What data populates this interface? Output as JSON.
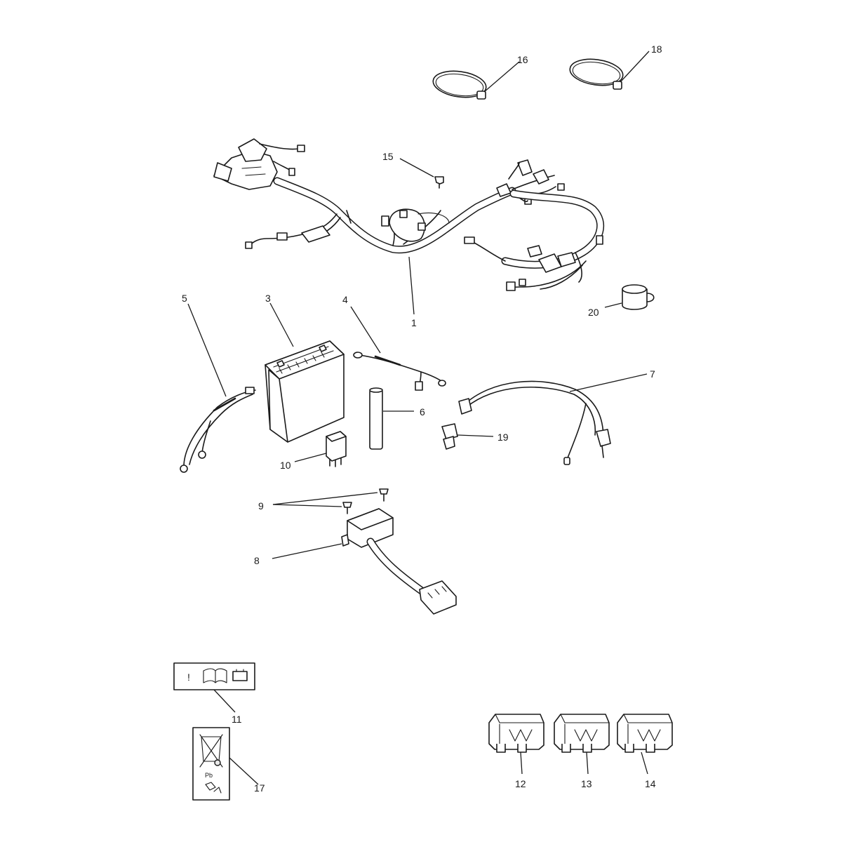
{
  "diagram": {
    "callouts": {
      "c1": "1",
      "c2": "",
      "c3": "3",
      "c4": "4",
      "c5": "5",
      "c6": "6",
      "c7": "7",
      "c8": "8",
      "c9": "9",
      "c10": "10",
      "c11": "11",
      "c12": "12",
      "c13": "13",
      "c14": "14",
      "c15": "15",
      "c16": "16",
      "c17": "17",
      "c18": "18",
      "c19": "19",
      "c20": "20"
    },
    "label_sticker_text": "!",
    "recycle_sticker_text": "Pb"
  }
}
